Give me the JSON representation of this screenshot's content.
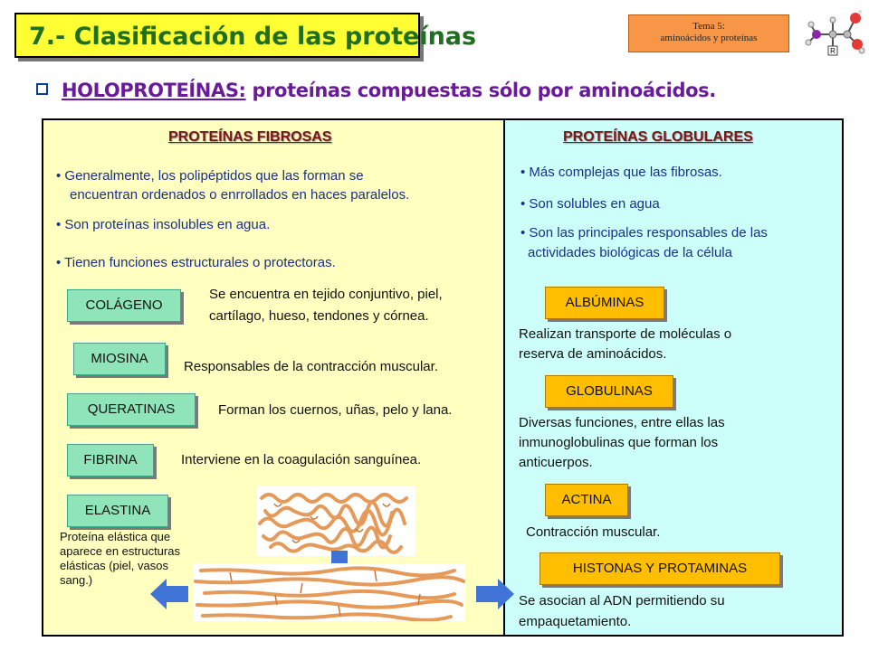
{
  "title": "7.- Clasificación de las proteínas",
  "tema": {
    "line1": "Tema 5:",
    "line2": "aminoácidos y proteínas"
  },
  "subtitle": {
    "label": "HOLOPROTEÍNAS:",
    "rest": " proteínas compuestas sólo por aminoácidos."
  },
  "fibrosas": {
    "heading": "PROTEÍNAS FIBROSAS",
    "bullets": [
      {
        "line1": "• Generalmente, los polipéptidos que las forman se",
        "line2": "encuentran ordenados o enrrollados en haces paralelos."
      },
      {
        "line1": "• Son proteínas insolubles en agua."
      },
      {
        "line1": "• Tienen funciones estructurales o protectoras."
      }
    ],
    "items": [
      {
        "label": "COLÁGENO",
        "desc1": "Se encuentra en tejido conjuntivo, piel,",
        "desc2": "cartílago, hueso, tendones y córnea."
      },
      {
        "label": "MIOSINA",
        "desc1": "Responsables de la contracción muscular."
      },
      {
        "label": "QUERATINAS",
        "desc1": "Forman los cuernos, uñas, pelo y lana."
      },
      {
        "label": "FIBRINA",
        "desc1": "Interviene en la coagulación sanguínea."
      },
      {
        "label": "ELASTINA",
        "desc1": "Proteína elástica que",
        "desc2": "aparece en estructuras",
        "desc3": "elásticas (piel, vasos",
        "desc4": "sang.)"
      }
    ]
  },
  "globulares": {
    "heading": "PROTEÍNAS GLOBULARES",
    "bullets": [
      {
        "line1": "• Más complejas que las fibrosas."
      },
      {
        "line1": "• Son solubles en agua"
      },
      {
        "line1": "• Son las principales responsables de las",
        "line2": "actividades biológicas de la célula"
      }
    ],
    "items": [
      {
        "label": "ALBÚMINAS",
        "desc1": "Realizan transporte de moléculas o",
        "desc2": "reserva de aminoácidos."
      },
      {
        "label": "GLOBULINAS",
        "desc1": "Diversas funciones, entre ellas las",
        "desc2": "inmunoglobulinas que forman los",
        "desc3": "anticuerpos."
      },
      {
        "label": "ACTINA",
        "desc1": "Contracción muscular."
      },
      {
        "label": "HISTONAS Y PROTAMINAS",
        "desc1": "Se asocian al ADN permitiendo su",
        "desc2": "empaquetamiento."
      }
    ]
  },
  "colors": {
    "title_bg": "#ffff33",
    "title_text": "#1f6f1f",
    "left_panel": "#ffffbf",
    "right_panel": "#ccfffa",
    "green_label": "#8fe5b9",
    "orange_label": "#ffbf00",
    "arrow": "#3f74d6"
  }
}
